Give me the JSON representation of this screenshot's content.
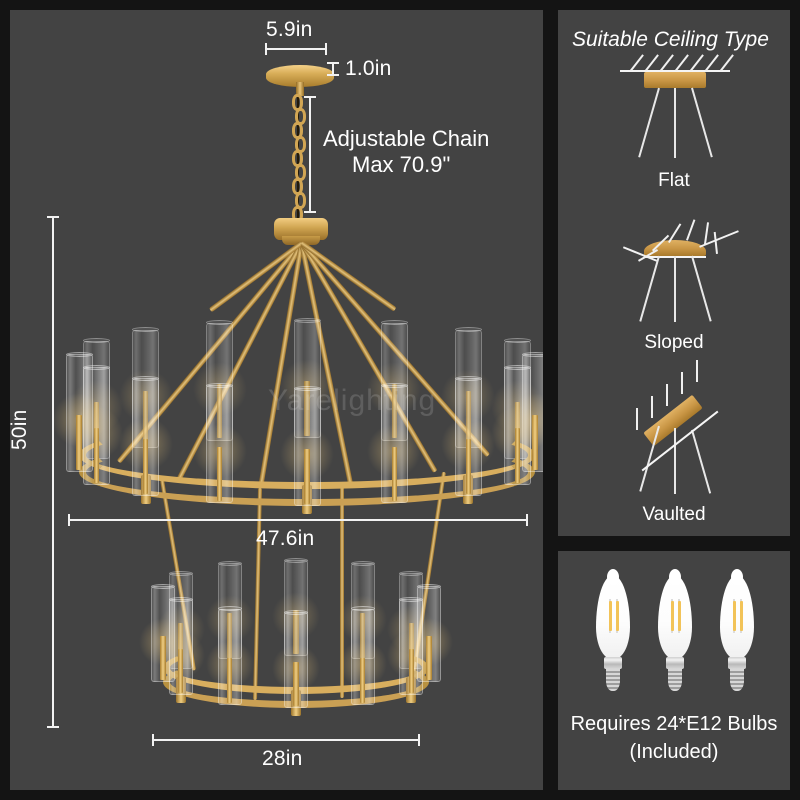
{
  "product": {
    "watermark": "Yarelighting"
  },
  "colors": {
    "background": "#141414",
    "panel": "#434343",
    "brass": "#c79a46",
    "brass_light": "#f0cf84",
    "text": "#ffffff",
    "dimension_line": "#f2f2f2",
    "flame": "#ffd98a"
  },
  "dimensions": {
    "canopy_width": "5.9in",
    "canopy_thickness": "1.0in",
    "chain_label_line1": "Adjustable Chain",
    "chain_label_line2": "Max 70.9\"",
    "total_height": "50in",
    "upper_tier_width": "47.6in",
    "lower_tier_width": "28in"
  },
  "ceiling_panel": {
    "title": "Suitable Ceiling Type",
    "types": [
      {
        "label": "Flat"
      },
      {
        "label": "Sloped"
      },
      {
        "label": "Vaulted"
      }
    ]
  },
  "bulbs_panel": {
    "caption_line1": "Requires 24*E12 Bulbs",
    "caption_line2": "(Included)",
    "bulb_count_shown": 3,
    "socket_type": "E12"
  }
}
